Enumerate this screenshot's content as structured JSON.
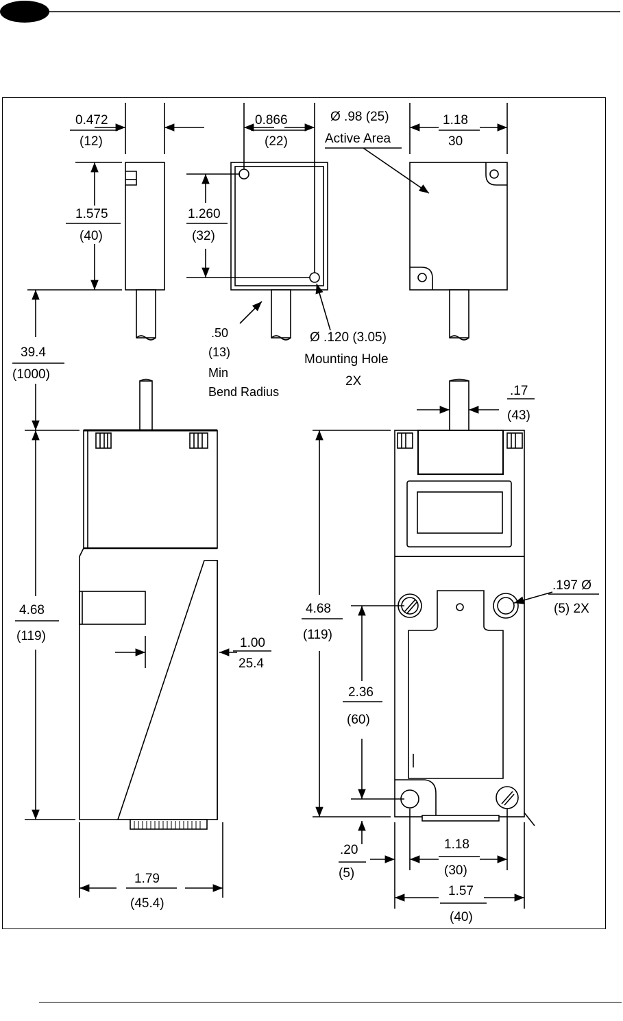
{
  "top_view_side": {
    "width_in": "0.472",
    "width_mm": "(12)",
    "height_in": "1.575",
    "height_mm": "(40)"
  },
  "top_view_front": {
    "hole_spacing_in": "0.866",
    "hole_spacing_mm": "(22)",
    "hole_vertical_in": "1.260",
    "hole_vertical_mm": "(32)"
  },
  "top_view_back": {
    "active_area_dia": "Ø .98 (25)",
    "active_area_label": "Active Area",
    "width_in": "1.18",
    "width_mm": "30"
  },
  "cable": {
    "length_in": "39.4",
    "length_mm": "(1000)",
    "bend_radius_in": ".50",
    "bend_radius_mm": "(13)",
    "bend_min": "Min",
    "bend_label": "Bend Radius"
  },
  "mounting_hole": {
    "dia": "Ø .120 (3.05)",
    "label": "Mounting Hole",
    "count": "2X"
  },
  "bottom_left": {
    "height_in": "4.68",
    "height_mm": "(119)",
    "offset_in": "1.00",
    "offset_mm": "25.4",
    "width_in": "1.79",
    "width_mm": "(45.4)"
  },
  "bottom_right": {
    "cable_dia_in": ".17",
    "cable_dia_mm": "(43)",
    "hole_dia": ".197 Ø",
    "hole_count": "(5)  2X",
    "height_in": "4.68",
    "height_mm": "(119)",
    "hole_spacing_v_in": "2.36",
    "hole_spacing_v_mm": "(60)",
    "edge_in": ".20",
    "edge_mm": "(5)",
    "hole_spacing_h_in": "1.18",
    "hole_spacing_h_mm": "(30)",
    "width_in": "1.57",
    "width_mm": "(40)"
  }
}
